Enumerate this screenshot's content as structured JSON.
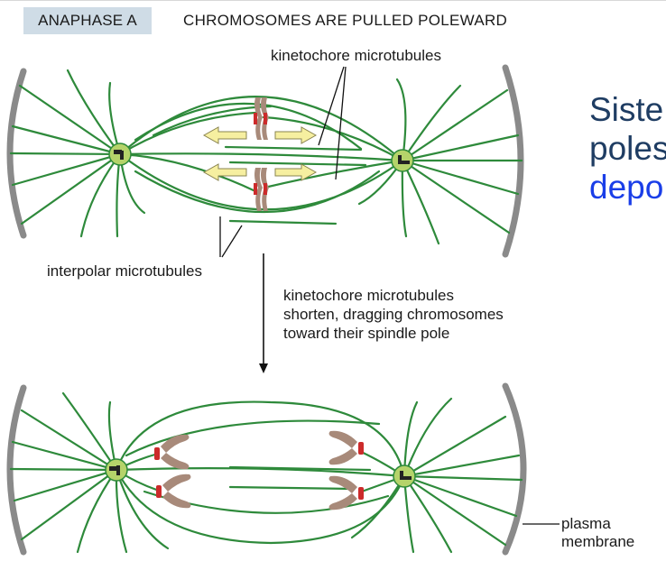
{
  "header": {
    "tag": "ANAPHASE A",
    "title": "CHROMOSOMES ARE PULLED POLEWARD"
  },
  "labels": {
    "kinetochore_microtubules": "kinetochore microtubules",
    "interpolar_microtubules": "interpolar microtubules",
    "step_line1": "kinetochore microtubules",
    "step_line2": "shorten, dragging chromosomes",
    "step_line3": "toward their spindle pole",
    "plasma_line1": "plasma",
    "plasma_line2": "membrane"
  },
  "slide_text": {
    "line1": "Siste",
    "line2": "poles",
    "line3": "depo"
  },
  "colors": {
    "microtubule": "#2e8a3b",
    "centrosome": "#b5d36a",
    "membrane": "#8a8a8a",
    "chromosome": "#a88a7a",
    "kinetochore": "#cc2b2b",
    "arrow_fill": "#f6efa0",
    "title_tag_bg": "#cfdce6"
  }
}
